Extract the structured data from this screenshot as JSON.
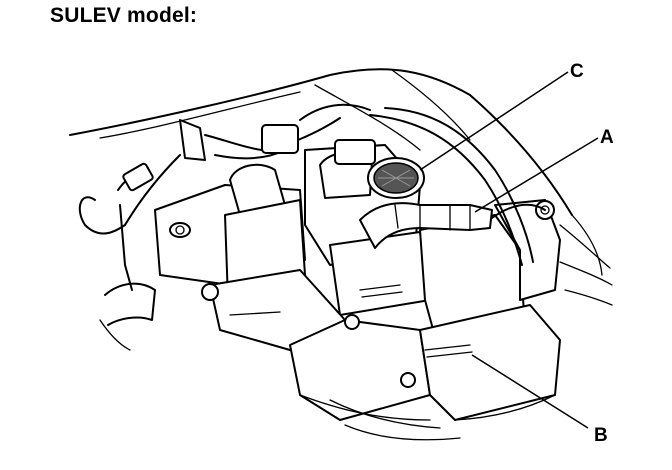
{
  "title": "SULEV model:",
  "callouts": {
    "a": "A",
    "b": "B",
    "c": "C"
  }
}
